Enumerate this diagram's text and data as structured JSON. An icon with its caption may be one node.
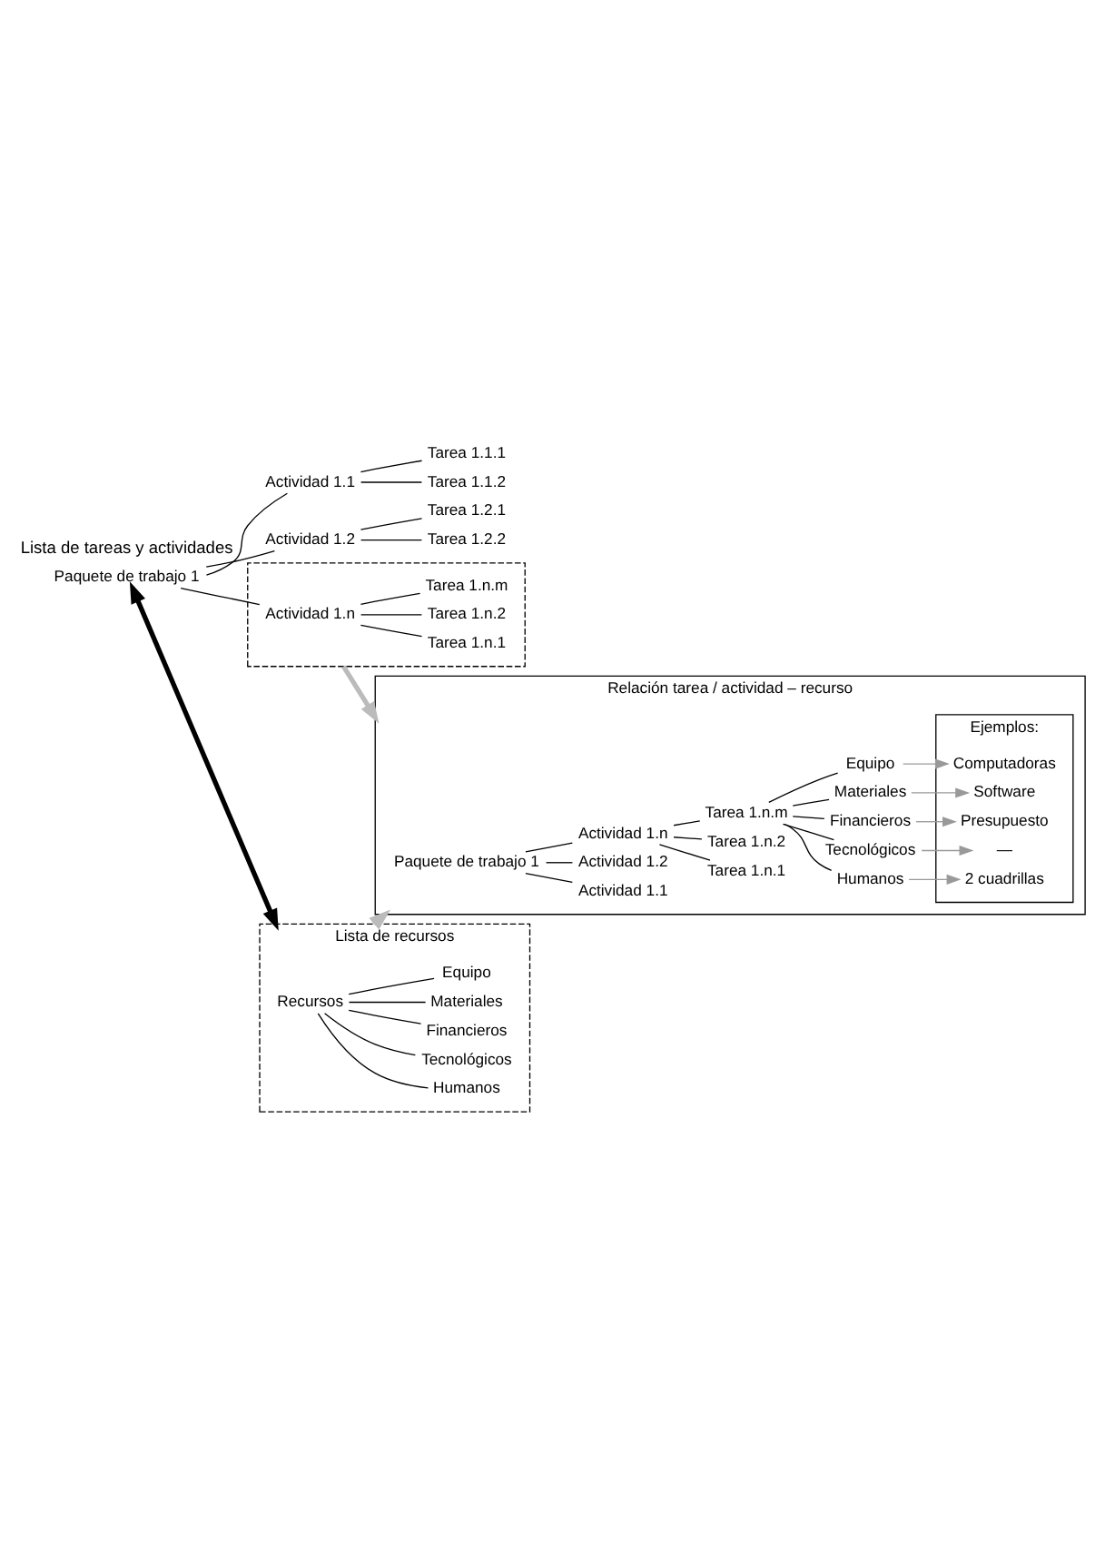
{
  "diagram": {
    "nodes": [
      {
        "text": [
          "Paquete de trabajo 1"
        ]
      },
      {
        "text": [
          "Actividad 1.1"
        ]
      },
      {
        "text": [
          "Tarea 1.1.1"
        ]
      },
      {
        "text": [
          "Tarea 1.1.2"
        ]
      },
      {
        "text": [
          "Actividad 1.2"
        ]
      },
      {
        "text": [
          "Tarea 1.2.1"
        ]
      },
      {
        "text": [
          "Tarea 1.2.2"
        ]
      },
      {
        "text": [],
        "shape": "box"
      },
      {
        "text": [
          "Actividad 1.n"
        ],
        "in": 7
      },
      {
        "text": [
          "Tarea 1.n.1"
        ],
        "in": 7
      },
      {
        "text": [
          "Tarea 1.n.2"
        ],
        "in": 7
      },
      {
        "text": [
          "Tarea 1.n.m"
        ],
        "in": 7
      },
      {
        "text": [
          "Lista de recursos"
        ]
      },
      {
        "text": [
          "Recursos"
        ],
        "in": 12
      },
      {
        "text": [
          "Humanos"
        ],
        "in": 12
      },
      {
        "text": [
          "Tecnológicos"
        ],
        "in": 12
      },
      {
        "text": [
          "Financieros"
        ],
        "in": 12
      },
      {
        "text": [
          "Materiales"
        ],
        "in": 12
      },
      {
        "text": [
          "Equipo"
        ],
        "in": 12
      },
      {
        "text": [
          "Relación tarea / actividad – recurso"
        ]
      },
      {
        "text": [
          "Paquete de trabajo 1"
        ],
        "in": 19
      },
      {
        "text": [
          "Actividad 1.1"
        ],
        "in": 19
      },
      {
        "text": [
          "Actividad 1.2"
        ],
        "in": 19
      },
      {
        "text": [
          "Actividad 1.n"
        ],
        "in": 19
      },
      {
        "text": [
          "Tarea 1.n.1"
        ],
        "in": 19
      },
      {
        "text": [
          "Tarea 1.n.2"
        ],
        "in": 19
      },
      {
        "text": [
          "Tarea 1.n.m"
        ],
        "in": 19
      },
      {
        "text": [
          "Humanos"
        ],
        "in": 19
      },
      {
        "text": [
          "Tecnológicos"
        ],
        "in": 19
      },
      {
        "text": [
          "Financieros"
        ],
        "in": 19
      },
      {
        "text": [
          "Materiales"
        ],
        "in": 19
      },
      {
        "text": [
          "Equipo"
        ],
        "in": 19
      },
      {
        "text": [
          "Ejemplos:"
        ],
        "in": 19
      },
      {
        "text": [
          "2 cuadrillas"
        ],
        "in": 32
      },
      {
        "text": [
          "—"
        ],
        "in": 32
      },
      {
        "text": [
          "Presupuesto"
        ],
        "in": 32
      },
      {
        "text": [
          "Software"
        ],
        "in": 32
      },
      {
        "text": [
          "Computadoras"
        ],
        "in": 32
      }
    ],
    "edges": [
      {
        "from": 0,
        "to": 1,
        "arrow": "none"
      },
      {
        "from": 1,
        "to": 2,
        "arrow": "none"
      },
      {
        "from": 1,
        "to": 3,
        "arrow": "none"
      },
      {
        "from": 0,
        "to": 4,
        "arrow": "none"
      },
      {
        "from": 4,
        "to": 5,
        "arrow": "none"
      },
      {
        "from": 4,
        "to": 6,
        "arrow": "none"
      },
      {
        "from": 0,
        "to": 8,
        "arrow": "none"
      },
      {
        "from": 8,
        "to": 9,
        "arrow": "none"
      },
      {
        "from": 8,
        "to": 10,
        "arrow": "none"
      },
      {
        "from": 8,
        "to": 11,
        "arrow": "none"
      },
      {
        "from": 13,
        "to": 14,
        "arrow": "none"
      },
      {
        "from": 13,
        "to": 15,
        "arrow": "none"
      },
      {
        "from": 13,
        "to": 16,
        "arrow": "none"
      },
      {
        "from": 13,
        "to": 17,
        "arrow": "none"
      },
      {
        "from": 13,
        "to": 18,
        "arrow": "none"
      },
      {
        "from": 0,
        "to": 12,
        "arrow": "both",
        "style": "thick"
      },
      {
        "from": 7,
        "to": 19,
        "arrow": "to",
        "style": "thick",
        "color": "#bbbbbb"
      },
      {
        "from": 12,
        "to": 19,
        "arrow": "to",
        "style": "thick",
        "color": "#bbbbbb"
      },
      {
        "from": 20,
        "to": 21,
        "arrow": "none"
      },
      {
        "from": 20,
        "to": 22,
        "arrow": "none"
      },
      {
        "from": 20,
        "to": 23,
        "arrow": "none"
      },
      {
        "from": 23,
        "to": 24,
        "arrow": "none"
      },
      {
        "from": 23,
        "to": 25,
        "arrow": "none"
      },
      {
        "from": 23,
        "to": 26,
        "arrow": "none"
      },
      {
        "from": 26,
        "to": 27,
        "arrow": "none"
      },
      {
        "from": 26,
        "to": 28,
        "arrow": "none"
      },
      {
        "from": 26,
        "to": 29,
        "arrow": "none"
      },
      {
        "from": 26,
        "to": 30,
        "arrow": "none"
      },
      {
        "from": 26,
        "to": 31,
        "arrow": "none"
      },
      {
        "from": 27,
        "to": 33,
        "arrow": "to",
        "color": "#999999"
      },
      {
        "from": 28,
        "to": 34,
        "arrow": "to",
        "color": "#999999"
      },
      {
        "from": 29,
        "to": 35,
        "arrow": "to",
        "color": "#999999"
      },
      {
        "from": 30,
        "to": 36,
        "arrow": "to",
        "color": "#999999"
      },
      {
        "from": 31,
        "to": 37,
        "arrow": "to",
        "color": "#999999"
      }
    ],
    "labels": [
      "Lista de tareas y actividades"
    ]
  }
}
